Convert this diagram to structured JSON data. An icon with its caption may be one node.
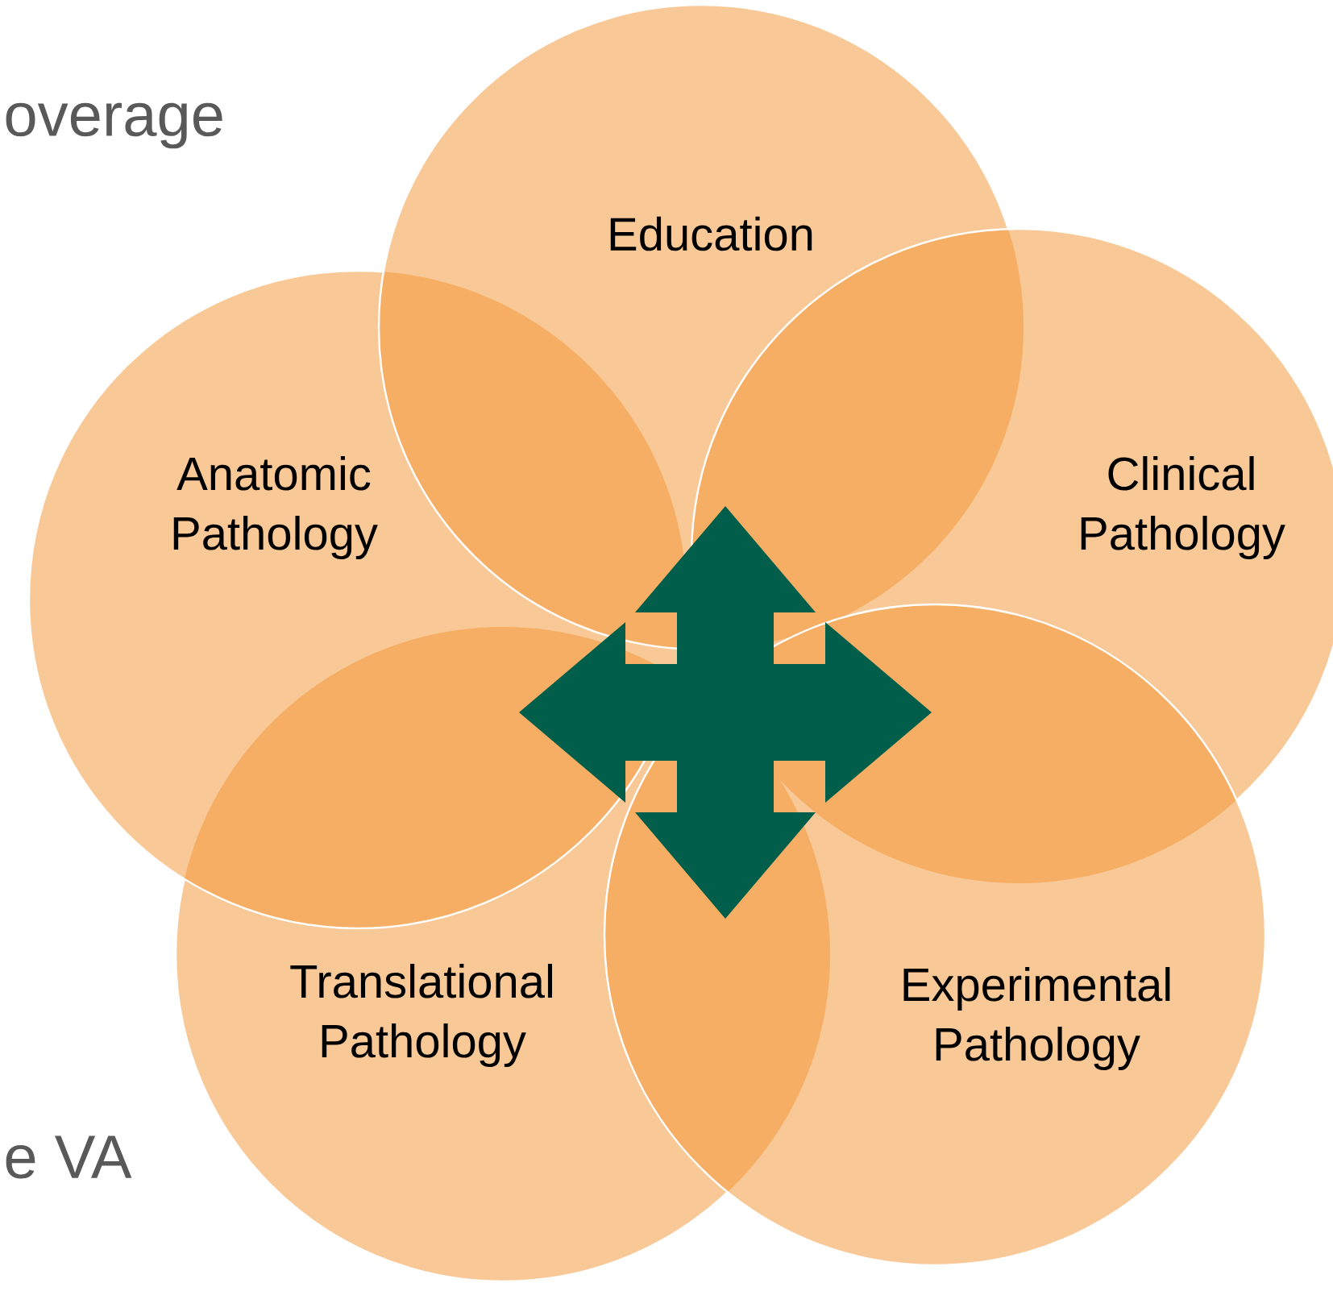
{
  "diagram": {
    "nodes": [
      {
        "text": [
          "Education"
        ]
      },
      {
        "text": [
          "Anatomic Pathology"
        ]
      },
      {
        "text": [
          "Clinical Pathology"
        ]
      },
      {
        "text": [
          "Translational Pathology"
        ]
      },
      {
        "text": [
          "Experimental Pathology"
        ]
      }
    ],
    "labels": [
      "overage",
      "e VA"
    ]
  }
}
